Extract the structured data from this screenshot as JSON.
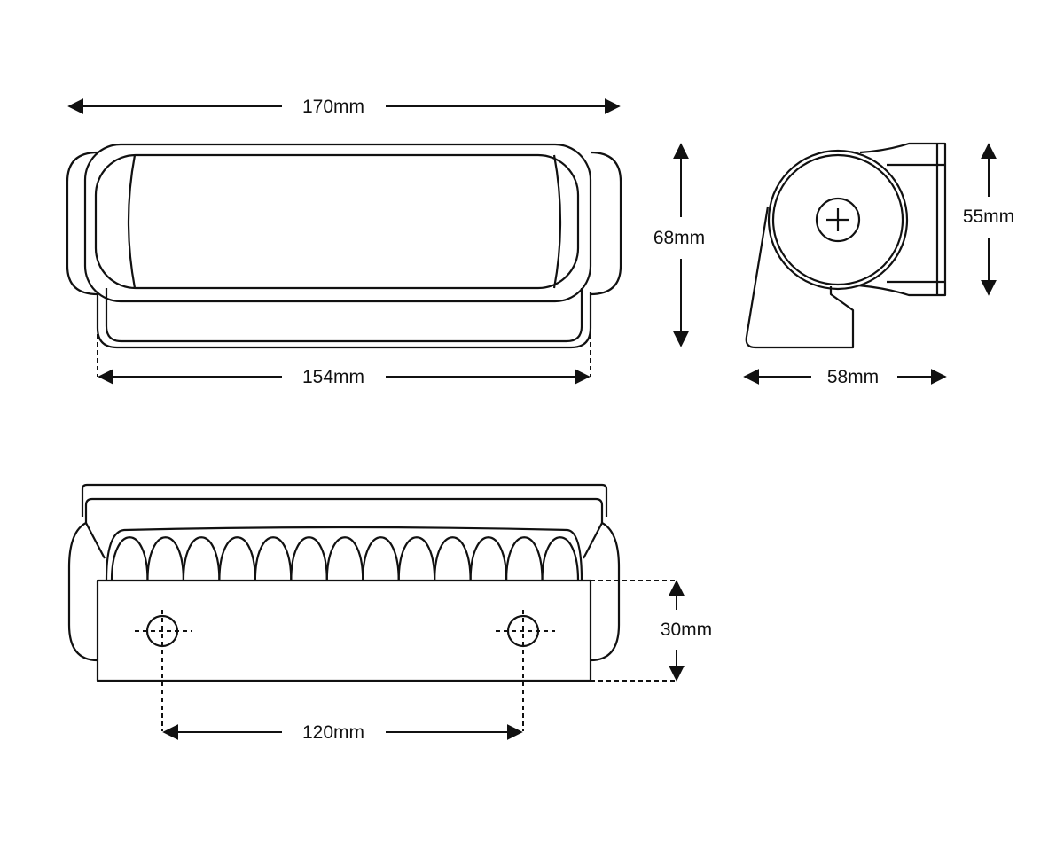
{
  "dimensions": {
    "overall_width": "170mm",
    "height": "68mm",
    "base_width": "154mm",
    "mount_height": "55mm",
    "depth": "58mm",
    "bracket_height": "30mm",
    "hole_spacing": "120mm"
  },
  "led_count": 13,
  "line_color": "#111111"
}
